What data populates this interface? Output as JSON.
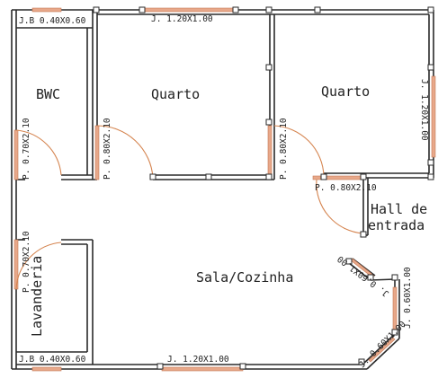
{
  "colors": {
    "wall": "#2a2a2a",
    "opening": "#e8a88a",
    "door_swing": "#d5844f",
    "background": "#ffffff"
  },
  "rooms": {
    "bwc": "BWC",
    "quarto_1": "Quarto",
    "quarto_2": "Quarto",
    "hall_line1": "Hall de",
    "hall_line2": "entrada",
    "sala_cozinha": "Sala/Cozinha",
    "lavanderia": "Lavanderia"
  },
  "openings": {
    "jb_top": "J.B 0.40X0.60",
    "jb_bottom": "J.B 0.40X0.60",
    "window_top": "J. 1.20X1.00",
    "window_right": "J. 1.20X1.00",
    "window_bottom": "J. 1.20X1.00",
    "window_bay_a": "J. 0.60X1.00",
    "window_bay_b": "J. 0.60X1.00",
    "window_bay_c": "J. 0.60X1.00",
    "door_bwc": "P. 0.70X2.10",
    "door_quarto_1": "P. 0.80X2.10",
    "door_quarto_2": "P. 0.80X2.10",
    "door_hall": "P. 0.80X2.10",
    "door_lavanderia": "P. 0.70X2.10"
  }
}
